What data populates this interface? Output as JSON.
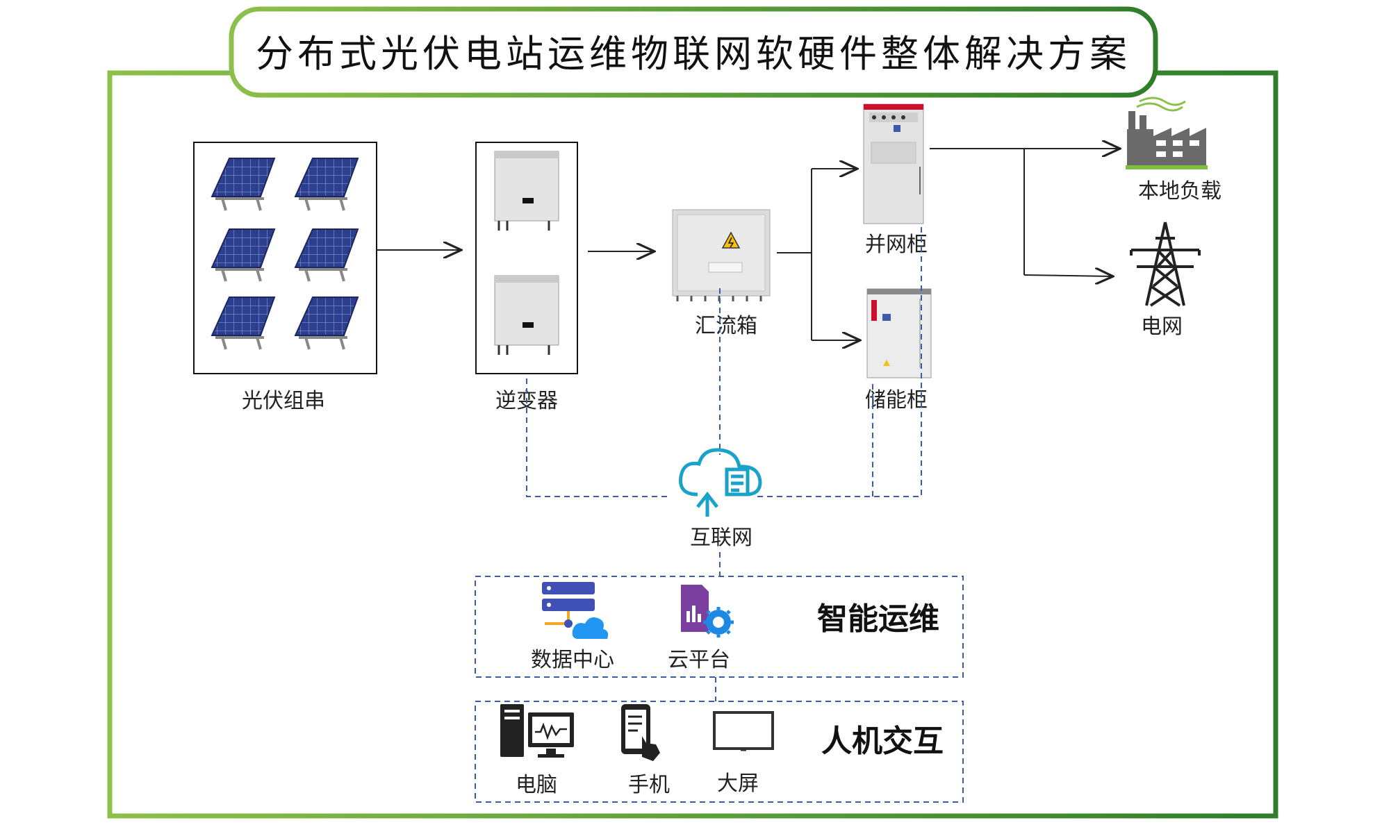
{
  "title": "分布式光伏电站运维物联网软硬件整体解决方案",
  "colors": {
    "frame_green": "#3e8e2f",
    "frame_light": "#8cc04a",
    "accent_blue": "#3c5aa8",
    "cloud_teal": "#1aa3c8",
    "purple": "#7b3fa0"
  },
  "nodes": {
    "pv_string": "光伏组串",
    "inverter": "逆变器",
    "combiner_box": "汇流箱",
    "grid_cabinet": "并网柜",
    "storage_cabinet": "储能柜",
    "local_load": "本地负载",
    "power_grid": "电网",
    "internet": "互联网"
  },
  "smart_ops": {
    "title": "智能运维",
    "items": [
      {
        "label": "数据中心",
        "icon": "datacenter-icon"
      },
      {
        "label": "云平台",
        "icon": "cloud-platform-icon"
      }
    ]
  },
  "hmi": {
    "title": "人机交互",
    "items": [
      {
        "label": "电脑",
        "icon": "computer-icon"
      },
      {
        "label": "手机",
        "icon": "phone-icon"
      },
      {
        "label": "大屏",
        "icon": "screen-icon"
      }
    ]
  }
}
